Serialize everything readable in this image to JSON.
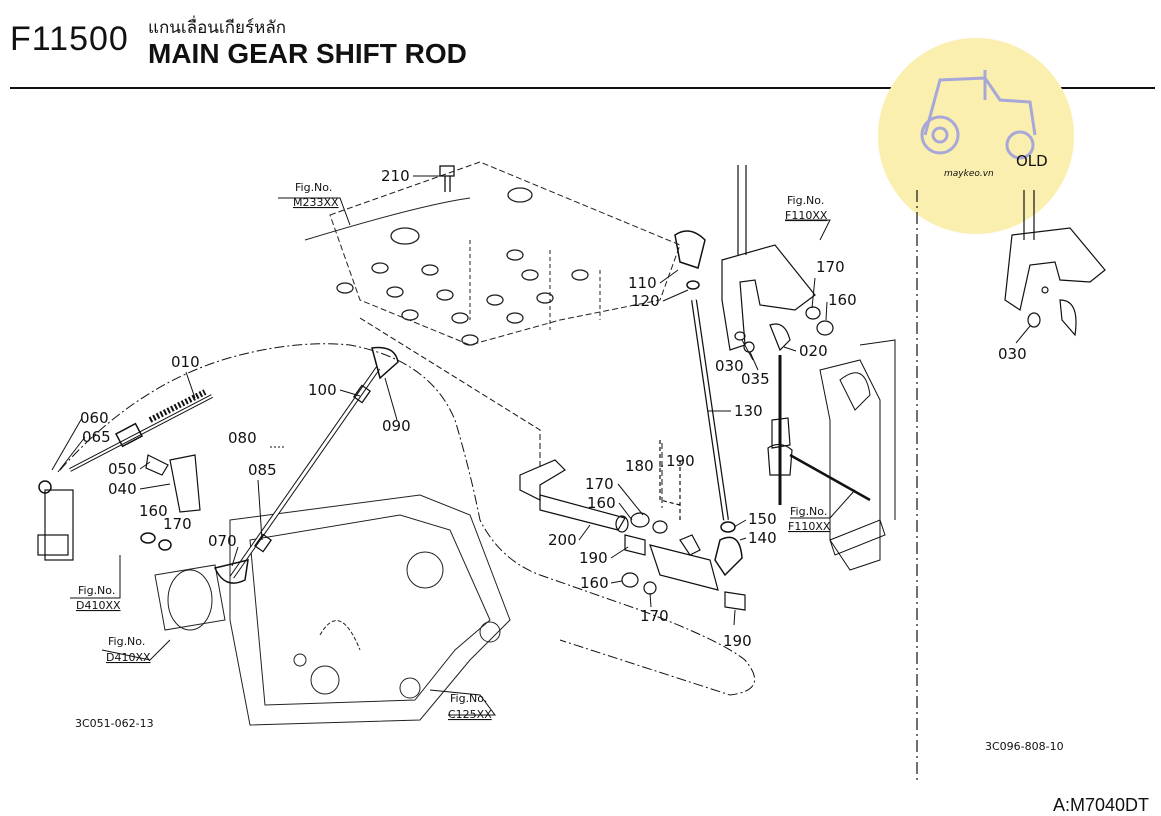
{
  "header": {
    "code": "F11500",
    "title_thai": "แกนเลื่อนเกียร์หลัก",
    "title": "MAIN GEAR SHIFT ROD"
  },
  "watermark": {
    "text": "OLD",
    "subtext": "maykeo.vn"
  },
  "callouts": [
    {
      "label": "210"
    },
    {
      "label": "010"
    },
    {
      "label": "060"
    },
    {
      "label": "065"
    },
    {
      "label": "050"
    },
    {
      "label": "040"
    },
    {
      "label": "160"
    },
    {
      "label": "170"
    },
    {
      "label": "070"
    },
    {
      "label": "080"
    },
    {
      "label": "085"
    },
    {
      "label": "100"
    },
    {
      "label": "090"
    },
    {
      "label": "110"
    },
    {
      "label": "120"
    },
    {
      "label": "130"
    },
    {
      "label": "180"
    },
    {
      "label": "190"
    },
    {
      "label": "170"
    },
    {
      "label": "160"
    },
    {
      "label": "200"
    },
    {
      "label": "190"
    },
    {
      "label": "160"
    },
    {
      "label": "170"
    },
    {
      "label": "190"
    },
    {
      "label": "150"
    },
    {
      "label": "140"
    },
    {
      "label": "030"
    },
    {
      "label": "035"
    },
    {
      "label": "020"
    },
    {
      "label": "170"
    },
    {
      "label": "160"
    },
    {
      "label": "030"
    }
  ],
  "fig_refs": [
    {
      "prefix": "Fig.No.",
      "code": "M233XX"
    },
    {
      "prefix": "Fig.No.",
      "code": "F110XX"
    },
    {
      "prefix": "Fig.No.",
      "code": "F110XX"
    },
    {
      "prefix": "Fig.No.",
      "code": "D410XX"
    },
    {
      "prefix": "Fig.No.",
      "code": "D410XX"
    },
    {
      "prefix": "Fig.No.",
      "code": "C125XX"
    }
  ],
  "diagram_codes": {
    "left": "3C051-062-13",
    "right": "3C096-808-10"
  },
  "model": "A:M7040DT"
}
